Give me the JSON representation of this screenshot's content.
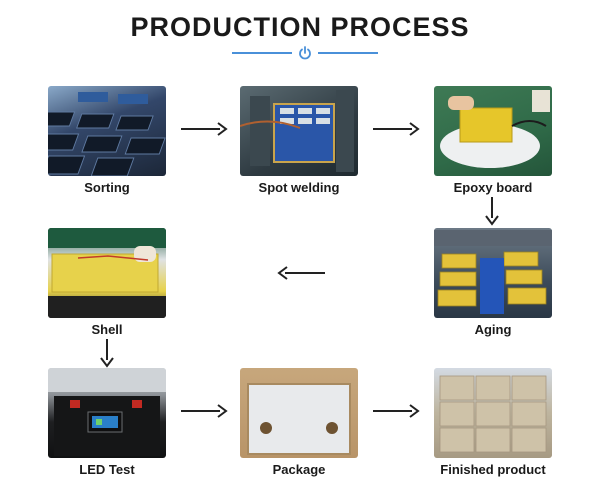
{
  "title": "PRODUCTION PROCESS",
  "steps": [
    {
      "label": "Sorting"
    },
    {
      "label": "Spot welding"
    },
    {
      "label": "Epoxy board"
    },
    {
      "label": "Aging"
    },
    {
      "label": "Shell"
    },
    {
      "label": "LED Test"
    },
    {
      "label": "Package"
    },
    {
      "label": "Finished product"
    }
  ],
  "colors": {
    "accent": "#4a90d9",
    "text": "#1a1a1a",
    "arrow": "#222222"
  }
}
